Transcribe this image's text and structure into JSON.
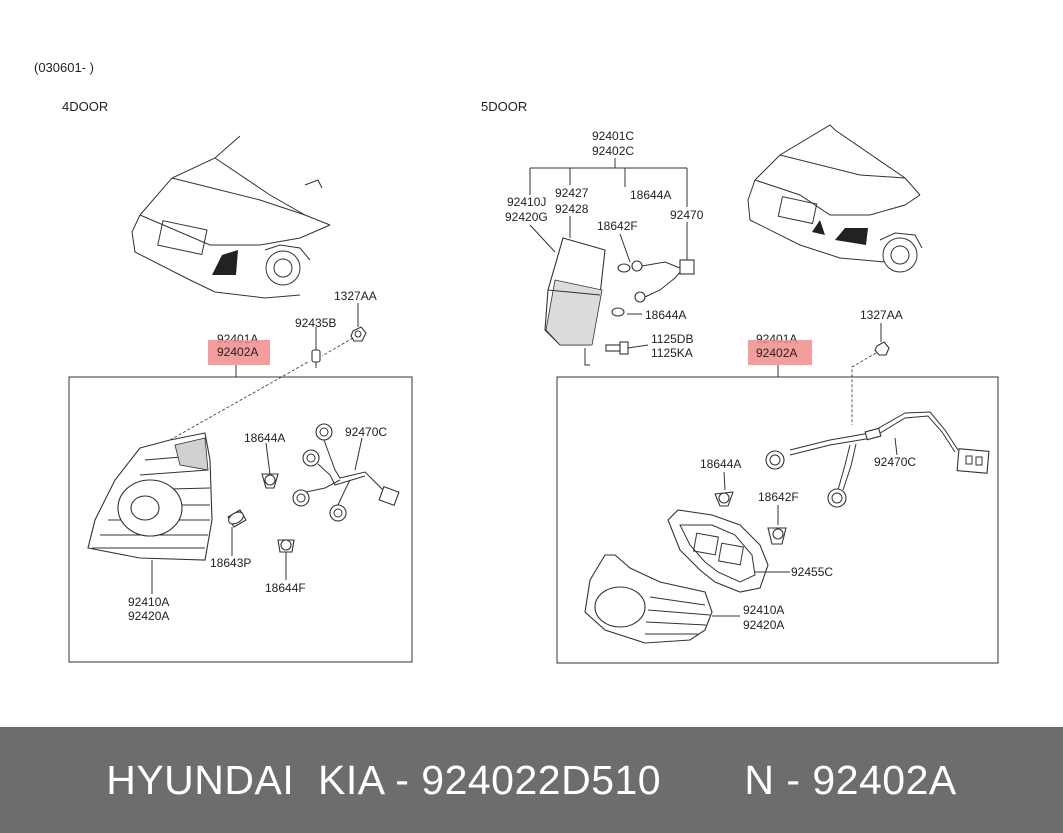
{
  "diagram": {
    "date_code": "(030601- )",
    "left": {
      "title": "4DOOR",
      "labels": {
        "p1327AA": "1327AA",
        "p92435B": "92435B",
        "p92401A": "92401A",
        "p92402A": "92402A",
        "p18644A": "18644A",
        "p92470C": "92470C",
        "p18643P": "18643P",
        "p18644F": "18644F",
        "p92410A": "92410A",
        "p92420A": "92420A"
      }
    },
    "right": {
      "title": "5DOOR",
      "labels": {
        "p92401C": "92401C",
        "p92402C": "92402C",
        "p92410J": "92410J",
        "p92420G": "92420G",
        "p92427": "92427",
        "p92428": "92428",
        "p18644A_top": "18644A",
        "p18642F_top": "18642F",
        "p92470": "92470",
        "p18644A_mid": "18644A",
        "p1125DB": "1125DB",
        "p1125KA": "1125KA",
        "p1327AA": "1327AA",
        "p92401A": "92401A",
        "p92402A": "92402A",
        "p18644A": "18644A",
        "p92470C": "92470C",
        "p18642F": "18642F",
        "p92455C": "92455C",
        "p92410A": "92410A",
        "p92420A": "92420A"
      }
    },
    "highlight_color": "#f28c8c"
  },
  "footer": {
    "brand": "HYUNDAI  KIA - 924022D510",
    "number": "N - 92402A"
  }
}
